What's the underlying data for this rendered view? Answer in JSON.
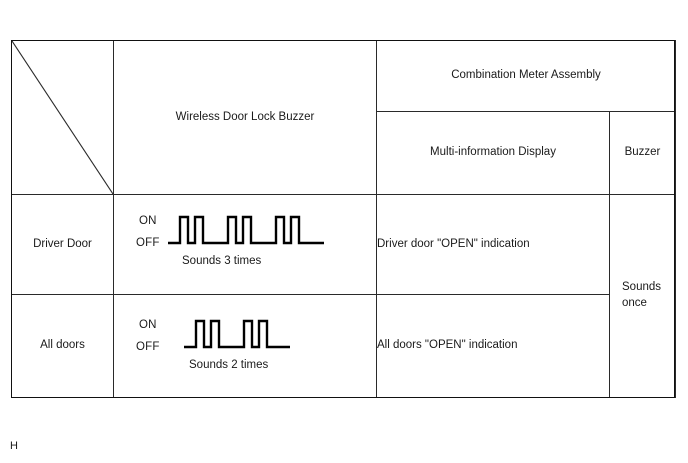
{
  "figure": {
    "type": "specification-table",
    "corner_cell": {
      "has_diagonal_rule": true
    },
    "header": {
      "col_wireless": "Wireless Door Lock Buzzer",
      "col_combination_meter": "Combination Meter Assembly",
      "col_multi_info_display": "Multi-information Display",
      "col_buzzer": "Buzzer"
    },
    "rows": [
      {
        "condition": "Driver Door",
        "waveform": {
          "label_on": "ON",
          "label_off": "OFF",
          "caption": "Sounds 3 times",
          "groups": 3,
          "pulses_per_group": 2,
          "total_pulses": 6
        },
        "display_indication": "Driver door \"OPEN\" indication"
      },
      {
        "condition": "All doors",
        "waveform": {
          "label_on": "ON",
          "label_off": "OFF",
          "caption": "Sounds 2 times",
          "groups": 2,
          "pulses_per_group": 2,
          "total_pulses": 4
        },
        "display_indication": "All doors \"OPEN\" indication"
      }
    ],
    "buzzer_cell": "Sounds once",
    "page_glyph": "H",
    "colors": {
      "line": "#2a2a2a",
      "frame": "#111111",
      "waveform": "#000000",
      "text": "#1a1a1a",
      "background": "#ffffff"
    }
  }
}
